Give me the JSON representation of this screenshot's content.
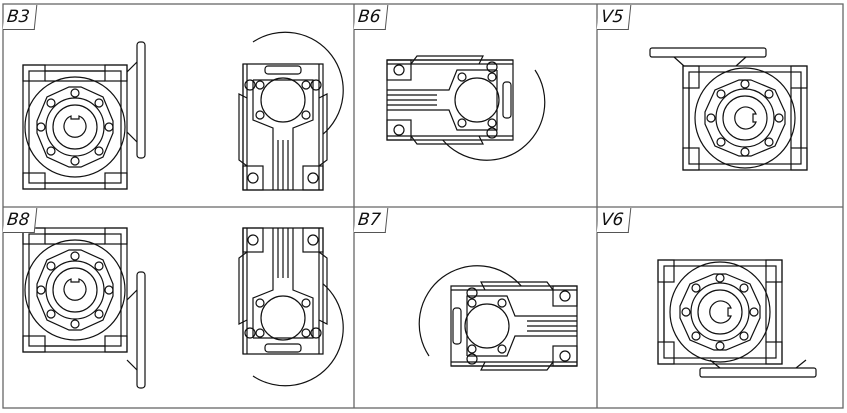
{
  "title": "Mounting positions",
  "positions": [
    {
      "label": "B3"
    },
    {
      "label": "B6"
    },
    {
      "label": "V5"
    },
    {
      "label": "B8"
    },
    {
      "label": "B7"
    },
    {
      "label": "V6"
    }
  ],
  "colors": {
    "line": "#111111",
    "grid": "#666666"
  }
}
